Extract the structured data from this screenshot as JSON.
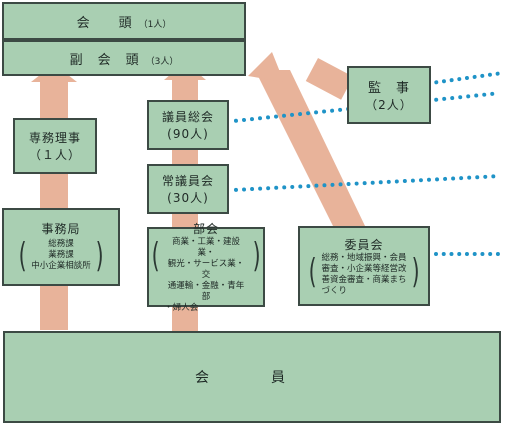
{
  "chairman": {
    "title": "会　　頭",
    "count": "（1人）"
  },
  "vice_chairman": {
    "title": "副　会　頭",
    "count": "（3人）"
  },
  "auditor": {
    "title": "監　事",
    "count": "（2人）"
  },
  "secretary": {
    "title": "専務理事",
    "count": "（１人）"
  },
  "assembly": {
    "title": "議員総会",
    "count": "(90人)"
  },
  "standing": {
    "title": "常議員会",
    "count": "(30人)"
  },
  "office": {
    "title": "事務局",
    "items": [
      "総務課",
      "業務課",
      "中小企業相談所"
    ]
  },
  "sections": {
    "title": "部会",
    "items": [
      "商業・工業・建設業・",
      "観光・サービス業・交",
      "通運輸・金融・青年部",
      "・婦人会"
    ]
  },
  "committees": {
    "title": "委員会",
    "items": [
      "総務・地域振興・会員",
      "審査・小企業等経営改",
      "善資金審査・商業まち",
      "づくり"
    ]
  },
  "members": {
    "title": "会　員"
  },
  "colors": {
    "box": "#a9cfb2",
    "arrow": "#e8b39a",
    "dots": "#1f93c7"
  }
}
